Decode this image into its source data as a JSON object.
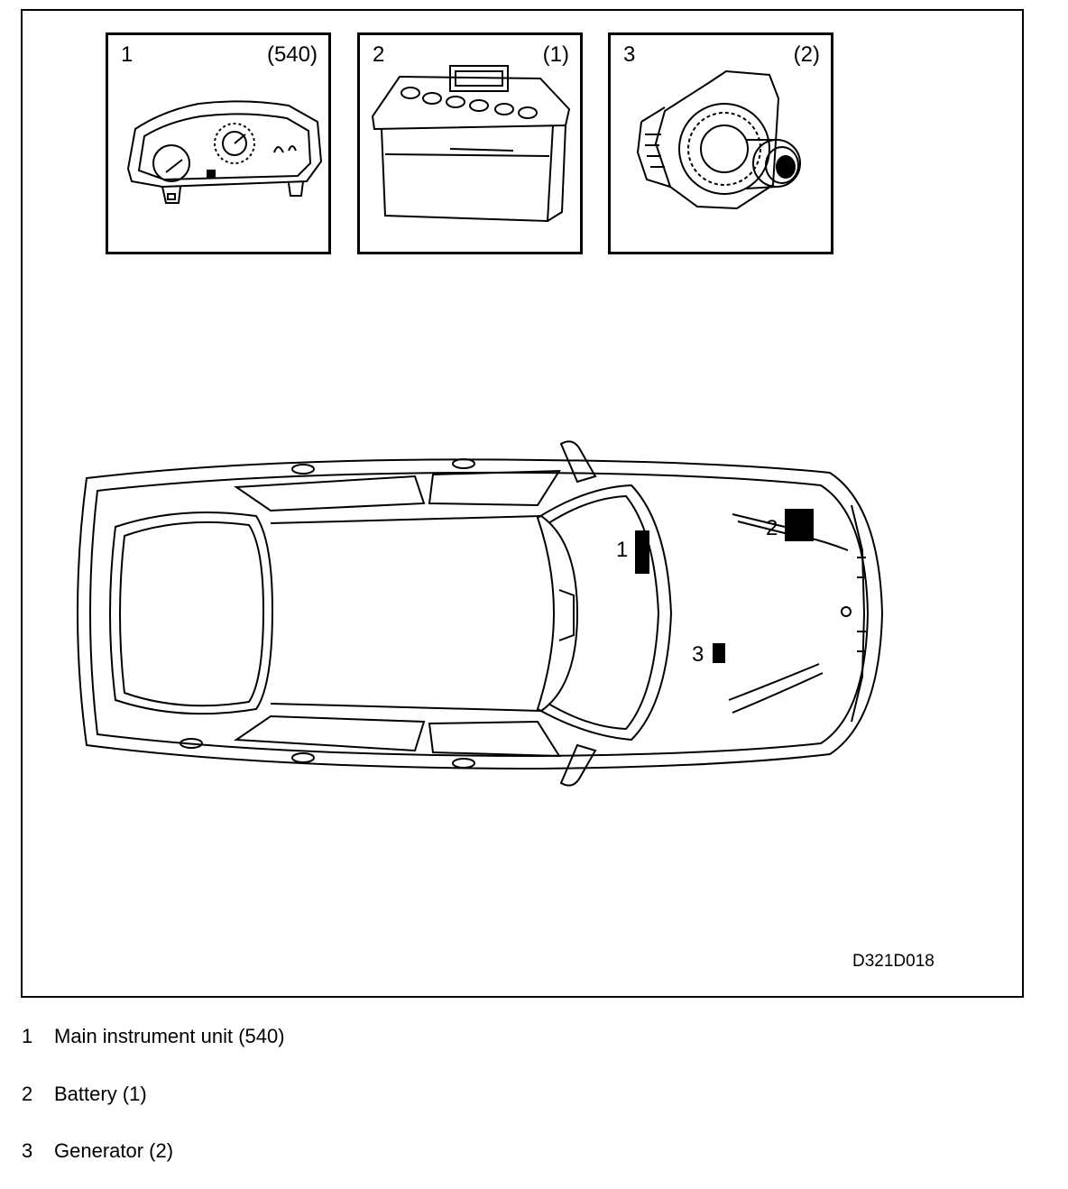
{
  "panels": [
    {
      "number": "1",
      "quantity": "(540)",
      "icon": "instrument-cluster-icon"
    },
    {
      "number": "2",
      "quantity": "(1)",
      "icon": "battery-icon"
    },
    {
      "number": "3",
      "quantity": "(2)",
      "icon": "generator-icon"
    }
  ],
  "callouts": [
    {
      "number": "1"
    },
    {
      "number": "2"
    },
    {
      "number": "3"
    }
  ],
  "reference": "D321D018",
  "legend": [
    {
      "number": "1",
      "text": "Main instrument unit (540)"
    },
    {
      "number": "2",
      "text": "Battery (1)"
    },
    {
      "number": "3",
      "text": "Generator (2)"
    }
  ]
}
